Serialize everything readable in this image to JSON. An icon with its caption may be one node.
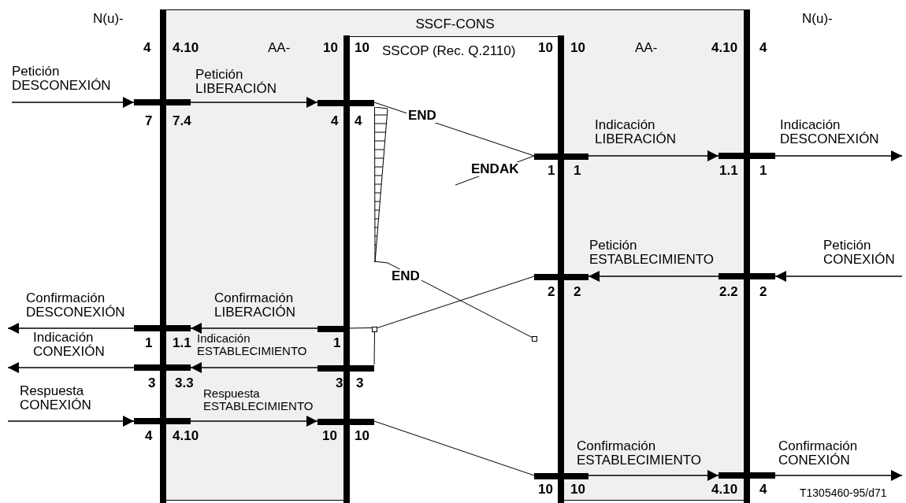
{
  "diagram": {
    "nodes": [
      {
        "text": [
          "SSCF-CONS"
        ]
      },
      {
        "text": [
          "SSCOP (Rec. Q.2110)"
        ],
        "in": 0
      },
      {
        "text": [],
        "shape": "bar"
      },
      {
        "text": [],
        "shape": "bar",
        "in": 0
      },
      {
        "text": [],
        "shape": "picture",
        "in": 1
      },
      {
        "text": [],
        "shape": "bar",
        "in": 0
      },
      {
        "text": [],
        "shape": "bar"
      },
      {
        "text": [],
        "shape": "bar",
        "in": 0
      },
      {
        "text": [],
        "shape": "bar"
      },
      {
        "text": [],
        "shape": "bar"
      },
      {
        "text": [],
        "shape": "bar",
        "in": 0
      },
      {
        "text": [],
        "shape": "box",
        "in": 1
      },
      {
        "text": [],
        "shape": "box",
        "in": 1
      },
      {
        "text": [],
        "shape": "bar"
      },
      {
        "text": [],
        "shape": "bar",
        "in": 0
      },
      {
        "text": [],
        "shape": "bar"
      },
      {
        "text": [],
        "shape": "bar",
        "in": 0
      },
      {
        "text": [],
        "shape": "bar",
        "in": 0
      },
      {
        "text": [],
        "shape": "bar"
      }
    ],
    "edges": [
      {
        "from": null,
        "to": 2,
        "arrow": "to",
        "label": "Petición DESCONEXIÓN"
      },
      {
        "from": 2,
        "to": 3,
        "arrow": "to",
        "label": "Petición LIBERACIÓN"
      },
      {
        "from": 5,
        "to": 6,
        "arrow": "to",
        "label": "Indicación LIBERACIÓN"
      },
      {
        "from": 6,
        "to": null,
        "arrow": "to",
        "label": "Indicación DESCONEXIÓN"
      },
      {
        "from": null,
        "to": 8,
        "arrow": "to",
        "label": "Petición CONEXIÓN"
      },
      {
        "from": 8,
        "to": 7,
        "arrow": "to",
        "label": "Petición ESTABLECIMIENTO"
      },
      {
        "from": 10,
        "to": 9,
        "arrow": "to",
        "label": "Confirmación LIBERACIÓN"
      },
      {
        "from": 9,
        "to": null,
        "arrow": "to",
        "label": "Confirmación DESCONEXIÓN"
      },
      {
        "from": 14,
        "to": 13,
        "arrow": "to",
        "label": "Indicación ESTABLECIMIENTO"
      },
      {
        "from": 13,
        "to": null,
        "arrow": "to",
        "label": "Indicación CONEXIÓN"
      },
      {
        "from": null,
        "to": 15,
        "arrow": "to",
        "label": "Respuesta CONEXIÓN"
      },
      {
        "from": 15,
        "to": 16,
        "arrow": "to",
        "label": "Respuesta ESTABLECIMIENTO"
      },
      {
        "from": 17,
        "to": 18,
        "arrow": "to",
        "label": "Confirmación ESTABLECIMIENTO"
      },
      {
        "from": 18,
        "to": null,
        "arrow": "to",
        "label": "Confirmación CONEXIÓN"
      },
      {
        "from": 3,
        "to": 5,
        "arrow": "none",
        "label": "END"
      },
      {
        "from": 5,
        "to": null,
        "arrow": "none",
        "label": "ENDAK"
      },
      {
        "from": 4,
        "to": 12,
        "arrow": "none",
        "label": "END"
      },
      {
        "from": 7,
        "to": 11,
        "arrow": "none"
      },
      {
        "from": 11,
        "to": 10,
        "arrow": "none"
      },
      {
        "from": 11,
        "to": 14,
        "arrow": "none"
      },
      {
        "from": 16,
        "to": 17,
        "arrow": "none"
      }
    ],
    "labels": [
      "N(u)-",
      "N(u)-",
      "4",
      "4.10",
      "AA-",
      "10",
      "10",
      "10",
      "10",
      "AA-",
      "4.10",
      "4",
      "7",
      "7.4",
      "4",
      "4",
      "1",
      "1",
      "1.1",
      "1",
      "2",
      "2",
      "2.2",
      "2",
      "1",
      "1.1",
      "1",
      "3",
      "3.3",
      "3",
      "3",
      "4",
      "4.10",
      "10",
      "10",
      "10",
      "10",
      "4.10",
      "4",
      "T1305460-95/d71"
    ]
  }
}
